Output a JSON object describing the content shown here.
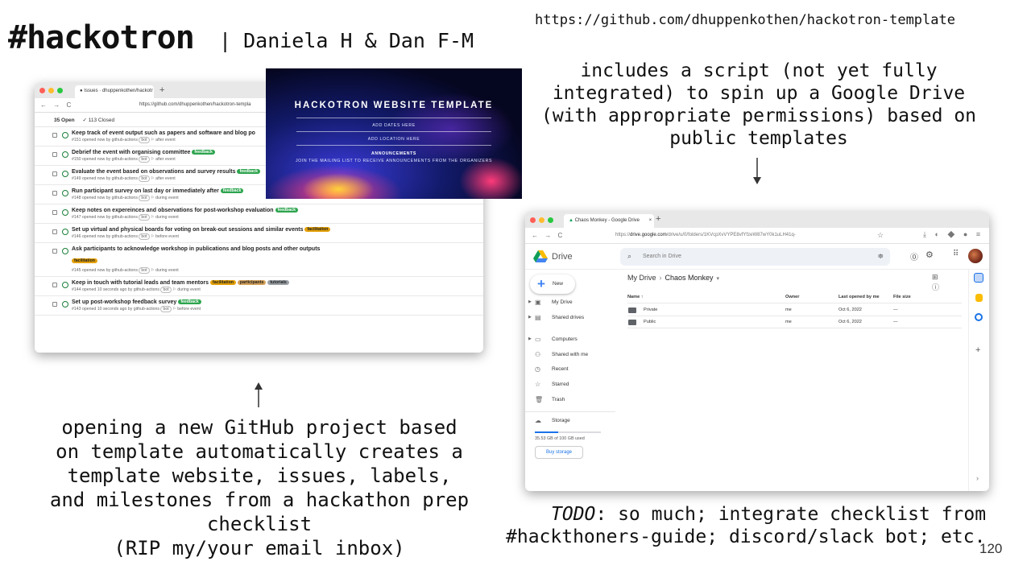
{
  "slide": {
    "title": "#hackotron",
    "authors": "| Daniela H & Dan F-M",
    "repo_url": "https://github.com/dhuppenkothen/hackotron-template",
    "drive_caption": "includes a script (not yet fully integrated) to spin up a Google Drive (with appropriate permissions) based on public templates",
    "gh_caption_lines": [
      "opening a new GitHub project based",
      "on template automatically creates a",
      "template website, issues, labels,",
      "and milestones from a hackathon prep",
      "checklist",
      "(RIP my/your email inbox)"
    ],
    "todo_label": "TODO",
    "todo_line1_rest": ": so much; integrate checklist from",
    "todo_line2": "#hackthoners-guide; discord/slack bot; etc.",
    "slide_number": "120"
  },
  "github": {
    "tab_title": "Issues · dhuppenkothen/hackotr",
    "url": "https://github.com/dhuppenkothen/hackotron-templa",
    "open_count": "35 Open",
    "closed_count": "✓ 113 Closed",
    "issues": [
      {
        "title": "Keep track of event output such as papers and software and blog po",
        "labels": [],
        "meta_pre": "#151 opened now by github-actions",
        "meta_post": "after event"
      },
      {
        "title": "Debrief the event with organising committee",
        "labels": [
          {
            "text": "feedback",
            "kind": "feedback"
          }
        ],
        "meta_pre": "#150 opened now by github-actions",
        "meta_post": "after event"
      },
      {
        "title": "Evaluate the event based on observations and survey results",
        "labels": [
          {
            "text": "feedback",
            "kind": "feedback"
          }
        ],
        "meta_pre": "#149 opened now by github-actions",
        "meta_post": "after event"
      },
      {
        "title": "Run participant survey on last day or immediately after",
        "labels": [
          {
            "text": "feedback",
            "kind": "feedback"
          }
        ],
        "meta_pre": "#148 opened now by github-actions",
        "meta_post": "during event"
      },
      {
        "title": "Keep notes on expereinces and observations for post-workshop evaluation",
        "labels": [
          {
            "text": "feedback",
            "kind": "feedback"
          }
        ],
        "meta_pre": "#147 opened now by github-actions",
        "meta_post": "during event"
      },
      {
        "title": "Set up virtual and physical boards for voting on break-out sessions and similar events",
        "labels": [
          {
            "text": "facilitation",
            "kind": "facilitation"
          }
        ],
        "meta_pre": "#146 opened now by github-actions",
        "meta_post": "before event"
      },
      {
        "title": "Ask participants to acknowledge workshop in publications and blog posts and other outputs",
        "labels": [],
        "label_below": "facilitation",
        "meta_pre": "#145 opened now by github-actions",
        "meta_post": "during event"
      },
      {
        "title": "Keep in touch with tutorial leads and team mentors",
        "labels": [
          {
            "text": "facilitation",
            "kind": "facilitation"
          },
          {
            "text": "participants",
            "kind": "participants"
          },
          {
            "text": "tutorials",
            "kind": "tutorials"
          }
        ],
        "meta_pre": "#144 opened 10 seconds ago by github-actions",
        "meta_post": "during event"
      },
      {
        "title": "Set up post-workshop feedback survey",
        "labels": [
          {
            "text": "feedback",
            "kind": "feedback"
          }
        ],
        "meta_pre": "#143 opened 10 seconds ago by github-actions",
        "meta_post": "before event"
      }
    ],
    "bot_label": "bot"
  },
  "website": {
    "title": "HACKOTRON WEBSITE TEMPLATE",
    "dates": "ADD DATES HERE",
    "location": "ADD LOCATION HERE",
    "announcements": "ANNOUNCEMENTS",
    "mailing": "JOIN THE MAILING LIST TO RECEIVE ANNOUNCEMENTS FROM THE ORGANIZERS"
  },
  "drive": {
    "tab_title": "Chaos Monkey - Google Drive",
    "url_prefix": "https://",
    "url_host": "drive.google.com",
    "url_rest": "/drive/u/0/folders/1KVcpXvVYPE8vfYfzeW87wY0k1uLH41q-",
    "app_name": "Drive",
    "search_placeholder": "Search in Drive",
    "new_label": "New",
    "sidebar": [
      "My Drive",
      "Shared drives",
      "Computers",
      "Shared with me",
      "Recent",
      "Starred",
      "Trash",
      "Storage"
    ],
    "storage_used": "35.53 GB of 100 GB used",
    "storage_fraction": 0.3553,
    "buy_storage": "Buy storage",
    "breadcrumb_root": "My Drive",
    "breadcrumb_current": "Chaos Monkey",
    "columns": {
      "name": "Name ↑",
      "owner": "Owner",
      "opened": "Last opened by me",
      "size": "File size"
    },
    "rows": [
      {
        "name": "Private",
        "owner": "me",
        "opened": "Oct 6, 2022",
        "size": "—"
      },
      {
        "name": "Public",
        "owner": "me",
        "opened": "Oct 6, 2022",
        "size": "—"
      }
    ]
  }
}
